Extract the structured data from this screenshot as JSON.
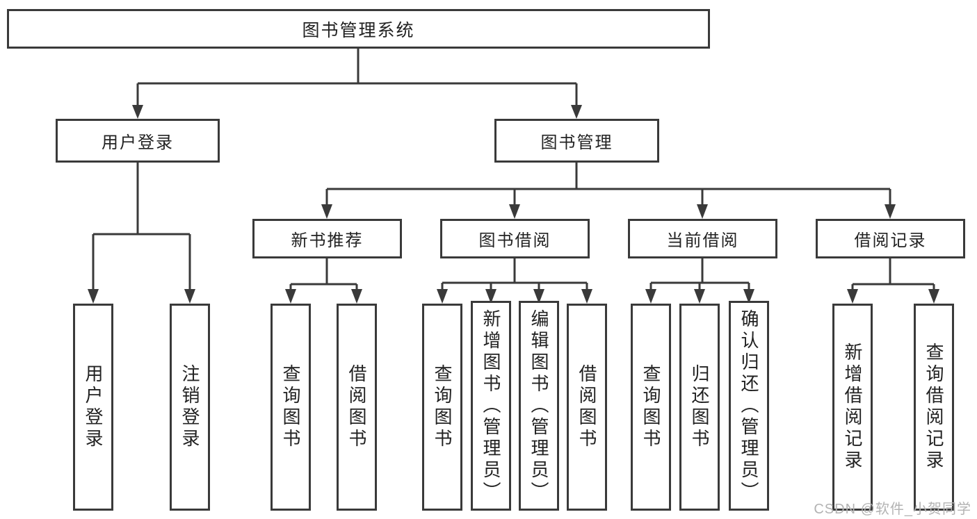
{
  "nodes": {
    "root": "图书管理系统",
    "user_login": "用户登录",
    "book_mgmt": "图书管理",
    "new_book_rec": "新书推荐",
    "book_borrow": "图书借阅",
    "current_borrow": "当前借阅",
    "borrow_record": "借阅记录",
    "leaf_user_login": "用户登录",
    "leaf_logout": "注销登录",
    "leaf_query_book_1": "查询图书",
    "leaf_borrow_book_1": "借阅图书",
    "leaf_query_book_2": "查询图书",
    "leaf_add_book": "新增图书（管理员）",
    "leaf_edit_book": "编辑图书（管理员）",
    "leaf_borrow_book_2": "借阅图书",
    "leaf_query_book_3": "查询图书",
    "leaf_return_book": "归还图书",
    "leaf_confirm_return": "确认归还（管理员）",
    "leaf_add_record": "新增借阅记录",
    "leaf_query_record": "查询借阅记录"
  },
  "hierarchy": [
    {
      "label": "图书管理系统",
      "children": [
        {
          "label": "用户登录",
          "children": [
            {
              "label": "用户登录"
            },
            {
              "label": "注销登录"
            }
          ]
        },
        {
          "label": "图书管理",
          "children": [
            {
              "label": "新书推荐",
              "children": [
                {
                  "label": "查询图书"
                },
                {
                  "label": "借阅图书"
                }
              ]
            },
            {
              "label": "图书借阅",
              "children": [
                {
                  "label": "查询图书"
                },
                {
                  "label": "新增图书（管理员）"
                },
                {
                  "label": "编辑图书（管理员）"
                },
                {
                  "label": "借阅图书"
                }
              ]
            },
            {
              "label": "当前借阅",
              "children": [
                {
                  "label": "查询图书"
                },
                {
                  "label": "归还图书"
                },
                {
                  "label": "确认归还（管理员）"
                }
              ]
            },
            {
              "label": "借阅记录",
              "children": [
                {
                  "label": "新增借阅记录"
                },
                {
                  "label": "查询借阅记录"
                }
              ]
            }
          ]
        }
      ]
    }
  ],
  "watermark": "CSDN @软件_小贺同学",
  "colors": {
    "line": "#3a3a3a",
    "box_border": "#3a3a3a",
    "text": "#222222",
    "background": "#ffffff",
    "watermark": "#b3b3b3"
  }
}
